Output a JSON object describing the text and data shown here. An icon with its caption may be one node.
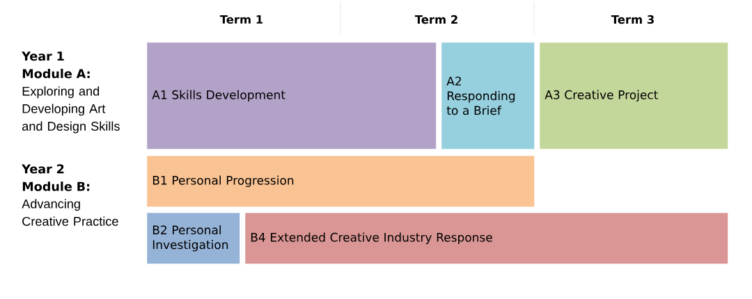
{
  "diagram": {
    "nodes": [
      {
        "text": [
          "A1 Skills Development"
        ]
      },
      {
        "text": [
          "A2 Responding to a Brief"
        ]
      },
      {
        "text": [
          "A3 Creative Project"
        ]
      },
      {
        "text": [
          "B1 Personal Progression"
        ]
      },
      {
        "text": [
          "B2 Personal Investigation"
        ]
      },
      {
        "text": [
          "B4 Extended Creative Industry Response"
        ]
      }
    ],
    "labels": [
      "Term 1",
      "Term 2",
      "Term 3",
      "Year 1 Module A:",
      "Exploring and Developing Art and Design Skills",
      "Year 2 Module B:",
      "Advancing Creative Practice"
    ]
  }
}
